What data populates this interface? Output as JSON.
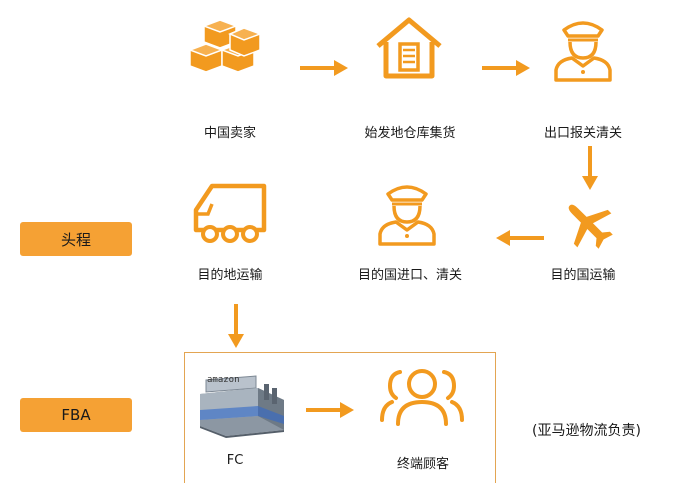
{
  "colors": {
    "accent": "#f5a134",
    "stroke": "#f29a1f",
    "text": "#1a1a1a"
  },
  "steps": [
    {
      "label": "中国卖家",
      "icon": "boxes-icon"
    },
    {
      "label": "始发地仓库集货",
      "icon": "warehouse-icon"
    },
    {
      "label": "出口报关清关",
      "icon": "customs-officer-icon"
    },
    {
      "label": "目的国运输",
      "icon": "airplane-icon"
    },
    {
      "label": "目的国进口、清关",
      "icon": "customs-officer-icon"
    },
    {
      "label": "目的地运输",
      "icon": "truck-icon"
    },
    {
      "label": "FC",
      "icon": "amazon-fc-building-icon",
      "sign": "amazon"
    },
    {
      "label": "终端顾客",
      "icon": "customers-icon"
    }
  ],
  "stages": {
    "first_leg": "头程",
    "fba": "FBA"
  },
  "note": "(亚马逊物流负责)"
}
